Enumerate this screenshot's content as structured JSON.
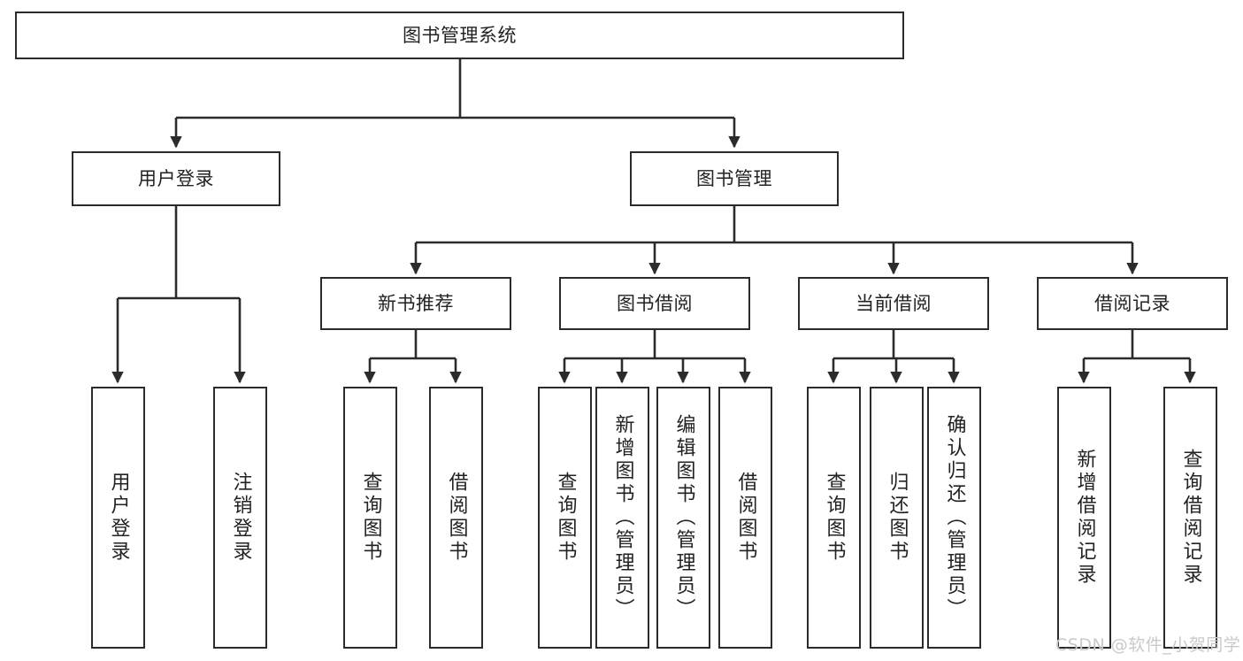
{
  "diagram": {
    "title": "图书管理系统",
    "type": "tree",
    "style": {
      "box_border_color": "#2b2b2b",
      "box_fill_color": "#ffffff",
      "text_color": "#222222",
      "edge_color": "#2b2b2b",
      "background_color": "#ffffff",
      "watermark_color": "#c9c9c9"
    },
    "watermark": "CSDN @软件_小贺同学",
    "nodes": {
      "root": {
        "label": "图书管理系统"
      },
      "level2": [
        {
          "label": "用户登录"
        },
        {
          "label": "图书管理"
        }
      ],
      "level3": [
        {
          "label": "新书推荐"
        },
        {
          "label": "图书借阅"
        },
        {
          "label": "当前借阅"
        },
        {
          "label": "借阅记录"
        }
      ],
      "leaves_user_login": [
        {
          "label": "用户登录"
        },
        {
          "label": "注销登录"
        }
      ],
      "leaves_new_book": [
        {
          "label": "查询图书"
        },
        {
          "label": "借阅图书"
        }
      ],
      "leaves_borrow": [
        {
          "label": "查询图书"
        },
        {
          "label": "新增图书（管理员）"
        },
        {
          "label": "编辑图书（管理员）"
        },
        {
          "label": "借阅图书"
        }
      ],
      "leaves_current": [
        {
          "label": "查询图书"
        },
        {
          "label": "归还图书"
        },
        {
          "label": "确认归还（管理员）"
        }
      ],
      "leaves_records": [
        {
          "label": "新增借阅记录"
        },
        {
          "label": "查询借阅记录"
        }
      ]
    }
  }
}
